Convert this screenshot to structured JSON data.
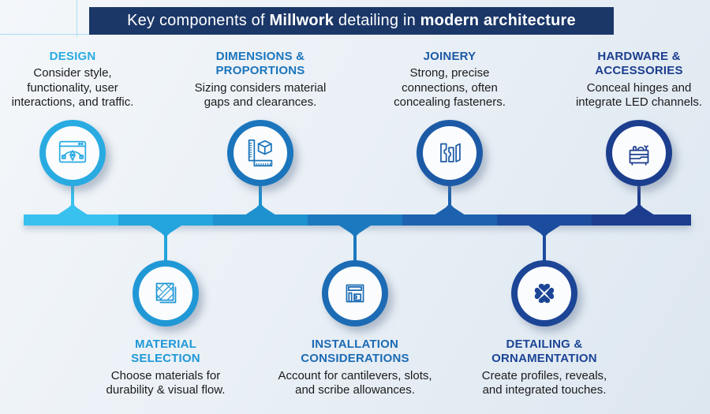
{
  "title": {
    "pre": "Key components of ",
    "bold1": "Millwork",
    "mid": " detailing in ",
    "bold2": "modern architecture"
  },
  "theme": {
    "banner_bg": "#1b3768",
    "banner_text": "#ffffff",
    "body_text": "#1b1b1b",
    "hairline": "#a9dcf2",
    "background_top": "#f4f7fa",
    "background_bottom": "#dde7f0"
  },
  "items": [
    {
      "id": "design",
      "heading": "DESIGN",
      "body": "Consider style,\nfunctionality, user\ninteractions, and traffic.",
      "accent": "#29abe2",
      "segment_color": "#38c1ef",
      "icon": "vector-design-icon",
      "position": "top"
    },
    {
      "id": "material-selection",
      "heading": "MATERIAL\nSELECTION",
      "body": "Choose materials for\ndurability & visual flow.",
      "accent": "#2098d6",
      "segment_color": "#23a4dd",
      "icon": "material-swatches-icon",
      "position": "bottom"
    },
    {
      "id": "dimensions-proportions",
      "heading": "DIMENSIONS &\nPROPORTIONS",
      "body": "Sizing considers material\ngaps and clearances.",
      "accent": "#1b75bc",
      "segment_color": "#1e91cf",
      "icon": "ruler-cube-icon",
      "position": "top"
    },
    {
      "id": "installation-considerations",
      "heading": "INSTALLATION\nCONSIDERATIONS",
      "body": "Account for cantilevers, slots,\nand scribe allowances.",
      "accent": "#1c6bb4",
      "segment_color": "#1d79bf",
      "icon": "base-cabinet-icon",
      "position": "bottom"
    },
    {
      "id": "joinery",
      "heading": "JOINERY",
      "body": "Strong, precise\nconnections, often\nconcealing fasteners.",
      "accent": "#1d5aa6",
      "segment_color": "#1c62af",
      "icon": "dovetail-joint-icon",
      "position": "top"
    },
    {
      "id": "detailing-ornamentation",
      "heading": "DETAILING &\nORNAMENTATION",
      "body": "Create profiles, reveals,\nand integrated touches.",
      "accent": "#1c4596",
      "segment_color": "#1c4c9e",
      "icon": "ornament-flourish-icon",
      "position": "bottom"
    },
    {
      "id": "hardware-accessories",
      "heading": "HARDWARE &\nACCESSORIES",
      "body": "Conceal hinges and\nintegrate LED channels.",
      "accent": "#1c3e8e",
      "segment_color": "#1c3d8e",
      "icon": "cabinet-accessories-icon",
      "position": "top"
    }
  ]
}
